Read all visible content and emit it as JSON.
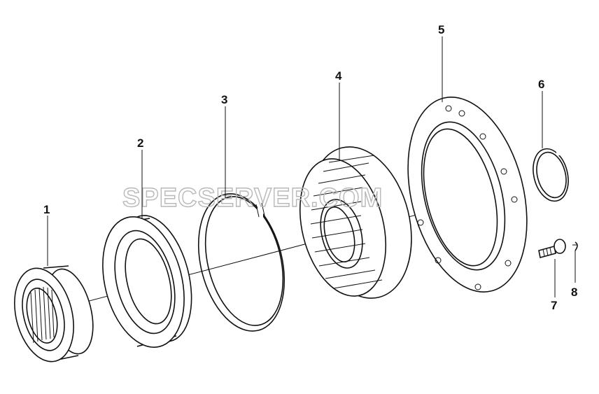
{
  "diagram": {
    "watermark": "SPECSERVER.COM",
    "callouts": [
      {
        "id": "1",
        "label": "1"
      },
      {
        "id": "2",
        "label": "2"
      },
      {
        "id": "3",
        "label": "3"
      },
      {
        "id": "4",
        "label": "4"
      },
      {
        "id": "5",
        "label": "5"
      },
      {
        "id": "6",
        "label": "6"
      },
      {
        "id": "7",
        "label": "7"
      },
      {
        "id": "8",
        "label": "8"
      }
    ],
    "colors": {
      "line": "#111111",
      "watermark": "#b8b8b8",
      "background": "#ffffff"
    }
  }
}
